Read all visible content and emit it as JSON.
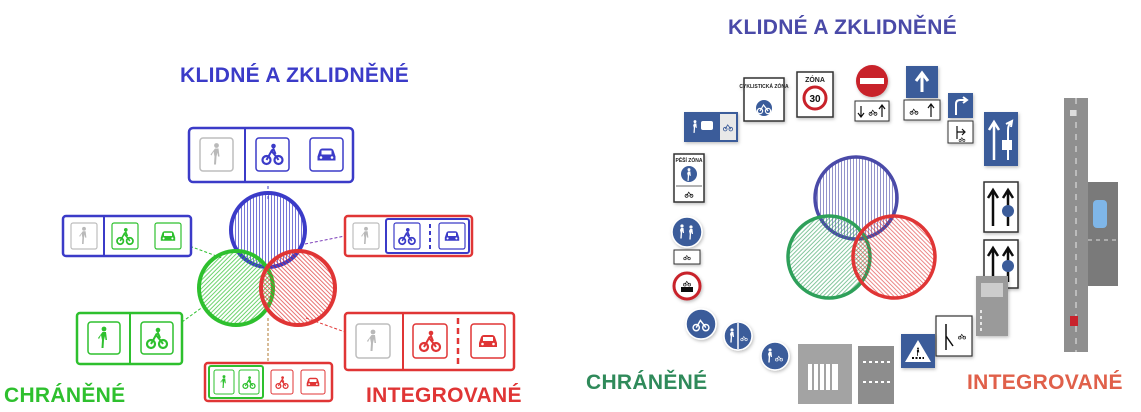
{
  "left_panel": {
    "title_calm": "KLIDNÉ A ZKLIDNĚNÉ",
    "label_protected": "CHRÁNĚNÉ",
    "label_integrated": "INTEGROVANÉ"
  },
  "right_panel": {
    "title_calm": "KLIDNÉ A ZKLIDNĚNÉ",
    "label_protected": "CHRÁNĚNÉ",
    "label_integrated": "INTEGROVANÉ",
    "sign_zone_label": "ZÓNA",
    "sign_zone_speed": "30",
    "sign_cycle_zone": "CYKLISTICKÁ ZÓNA",
    "sign_pedestrian_zone": "PĚŠÍ ZÓNA"
  },
  "colors": {
    "calm": "#3b3bc8",
    "protected": "#2ec02e",
    "integrated": "#e03535",
    "sign_blue": "#3b5c9a",
    "sign_red": "#c8232c"
  },
  "icons": [
    "pedestrian-icon",
    "bicycle-icon",
    "car-icon",
    "no-entry-sign",
    "one-way-arrow-sign",
    "zone-30-sign",
    "cycle-zone-sign",
    "pedestrian-zone-sign",
    "crosswalk-marking",
    "cycle-lane-road"
  ]
}
